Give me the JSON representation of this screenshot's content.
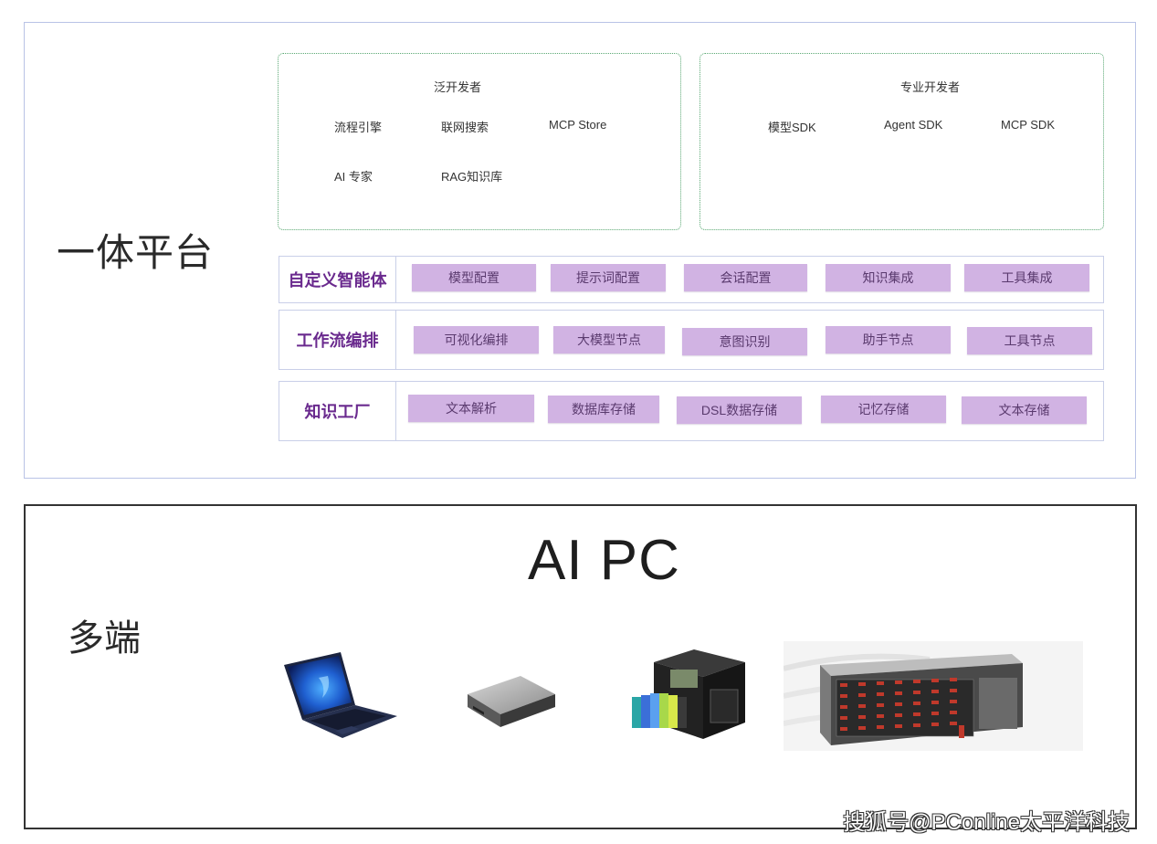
{
  "platform": {
    "title": "一体平台",
    "general_dev": {
      "title": "泛开发者",
      "items": [
        "流程引擎",
        "联网搜索",
        "MCP Store",
        "AI 专家",
        "RAG知识库"
      ]
    },
    "pro_dev": {
      "title": "专业开发者",
      "items": [
        "模型SDK",
        "Agent SDK",
        "MCP SDK"
      ]
    },
    "rows": [
      {
        "label": "自定义智能体",
        "chips": [
          "模型配置",
          "提示词配置",
          "会话配置",
          "知识集成",
          "工具集成"
        ]
      },
      {
        "label": "工作流编排",
        "chips": [
          "可视化编排",
          "大模型节点",
          "意图识别",
          "助手节点",
          "工具节点"
        ]
      },
      {
        "label": "知识工厂",
        "chips": [
          "文本解析",
          "数据库存储",
          "DSL数据存储",
          "记忆存储",
          "文本存储"
        ]
      }
    ]
  },
  "endpoints": {
    "title": "多端",
    "headline": "AI PC",
    "devices": [
      "laptop-icon",
      "mini-pc-icon",
      "workstation-icon",
      "server-rack-icon"
    ]
  },
  "watermark": "搜狐号@PConline太平洋科技",
  "colors": {
    "panel_border": "#b9c3e6",
    "dev_border": "#5aa873",
    "chip_fill": "#d1b3e3",
    "row_label": "#6a2a8e"
  }
}
